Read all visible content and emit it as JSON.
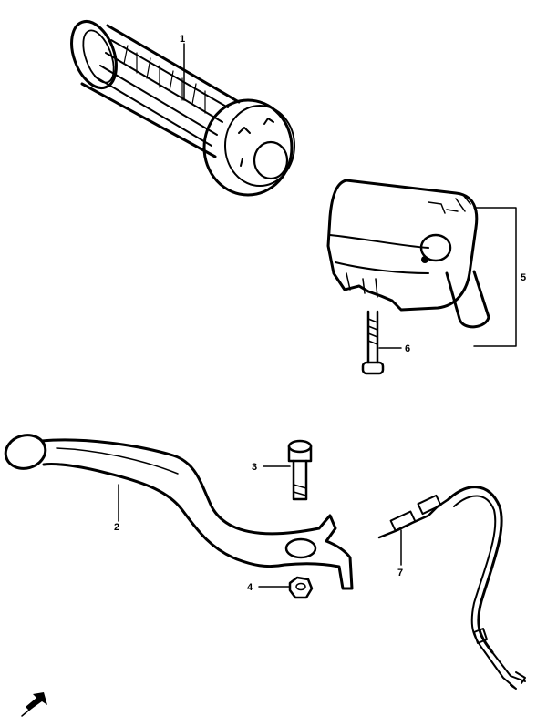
{
  "diagram": {
    "parts": [
      {
        "id": "grip",
        "number": "1"
      },
      {
        "id": "lever",
        "number": "2"
      },
      {
        "id": "bolt",
        "number": "3"
      },
      {
        "id": "nut",
        "number": "4"
      },
      {
        "id": "switch",
        "number": "5"
      },
      {
        "id": "screw",
        "number": "6"
      },
      {
        "id": "switch-wire",
        "number": "7"
      }
    ],
    "colors": {
      "ink": "#000000",
      "paper": "#ffffff"
    }
  }
}
